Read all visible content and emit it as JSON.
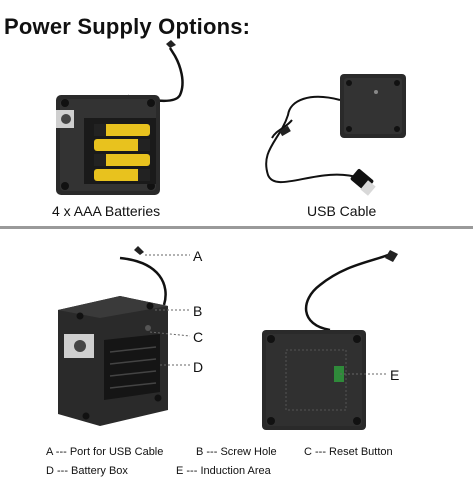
{
  "header": {
    "title": "Power Supply Options:"
  },
  "options": {
    "batteries_caption": "4 x AAA Batteries",
    "usb_caption": "USB Cable"
  },
  "callouts": {
    "a": "A",
    "b": "B",
    "c": "C",
    "d": "D",
    "e": "E"
  },
  "legend": {
    "a": "A --- Port for USB Cable",
    "b": "B --- Screw Hole",
    "c": "C --- Reset Button",
    "d": "D --- Battery Box",
    "e": "E --- Induction Area"
  },
  "colors": {
    "box": "#2a2a2a",
    "battery": "#e8c21e",
    "divider": "#9a9a9a"
  }
}
